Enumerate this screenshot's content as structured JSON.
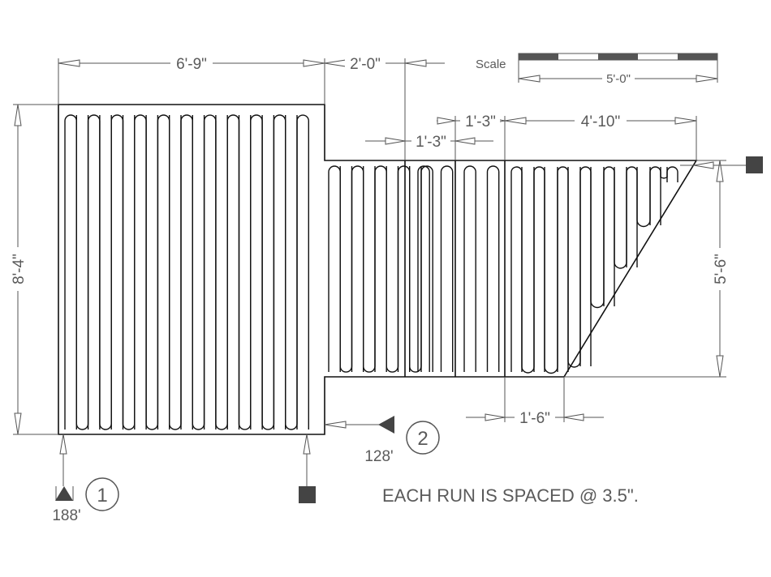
{
  "dimensions": {
    "top_left_width": "6'-9\"",
    "top_gap": "2'-0\"",
    "mid_a": "1'-3\"",
    "mid_b": "1'-3\"",
    "right_width": "4'-10\"",
    "left_height": "8'-4\"",
    "right_height": "5'-6\"",
    "bottom_offset": "1'-6\""
  },
  "scale": {
    "label": "Scale",
    "length": "5'-0\""
  },
  "circuits": [
    {
      "number": "1",
      "length": "188'"
    },
    {
      "number": "2",
      "length": "128'"
    }
  ],
  "note": "EACH RUN IS SPACED @ 3.5\"."
}
